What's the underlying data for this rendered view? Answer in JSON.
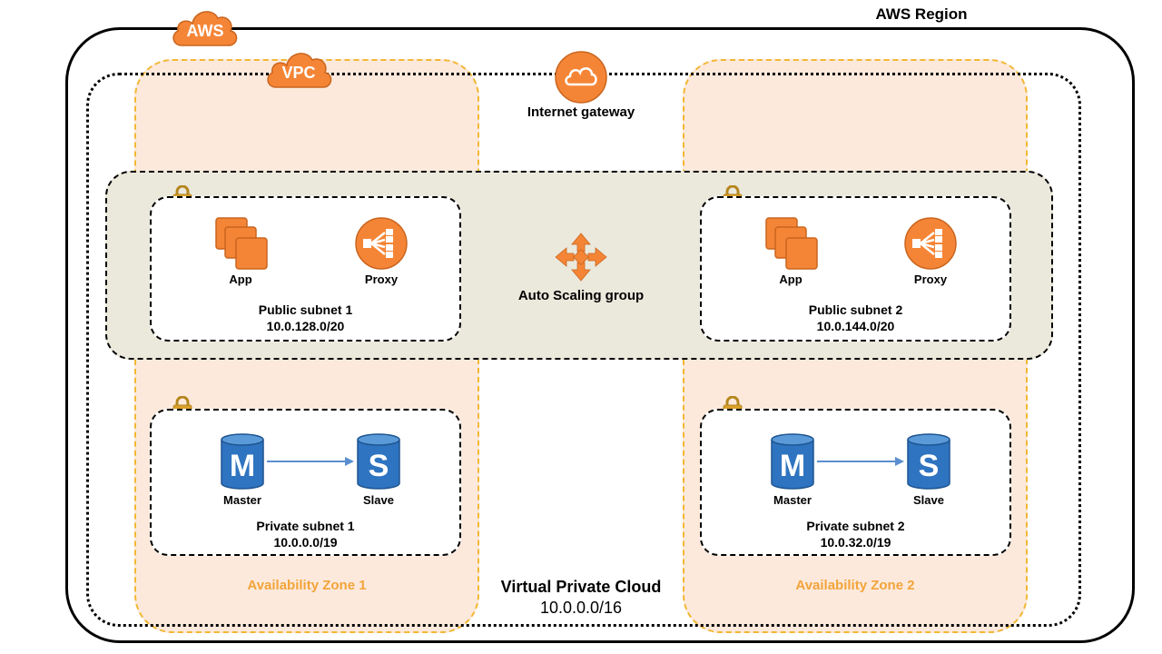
{
  "region": {
    "label": "AWS Region",
    "badge": "AWS"
  },
  "vpc": {
    "badge": "VPC",
    "name": "Virtual Private Cloud",
    "cidr": "10.0.0.0/16"
  },
  "internet_gateway": {
    "label": "Internet gateway"
  },
  "auto_scaling": {
    "label": "Auto Scaling group"
  },
  "zones": [
    {
      "label": "Availability  Zone 1"
    },
    {
      "label": "Availability  Zone 2"
    }
  ],
  "public_subnets": [
    {
      "name": "Public subnet 1",
      "cidr": "10.0.128.0/20",
      "app_label": "App",
      "proxy_label": "Proxy"
    },
    {
      "name": "Public subnet 2",
      "cidr": "10.0.144.0/20",
      "app_label": "App",
      "proxy_label": "Proxy"
    }
  ],
  "private_subnets": [
    {
      "name": "Private subnet 1",
      "cidr": "10.0.0.0/19",
      "master_label": "Master",
      "slave_label": "Slave",
      "master_letter": "M",
      "slave_letter": "S"
    },
    {
      "name": "Private subnet 2",
      "cidr": "10.0.32.0/19",
      "master_label": "Master",
      "slave_label": "Slave",
      "master_letter": "M",
      "slave_letter": "S"
    }
  ],
  "colors": {
    "orange": "#f58536",
    "az_fill": "#fce9dc",
    "az_border": "#f2b733",
    "db_blue": "#2f74c0",
    "lock": "#d9a12a",
    "asg_fill": "#ebe8dc"
  },
  "icons": [
    "aws-cloud-icon",
    "vpc-cloud-icon",
    "internet-gateway-icon",
    "app-instances-icon",
    "proxy-load-balancer-icon",
    "auto-scaling-icon",
    "lock-icon",
    "database-icon",
    "replication-arrow-icon"
  ]
}
